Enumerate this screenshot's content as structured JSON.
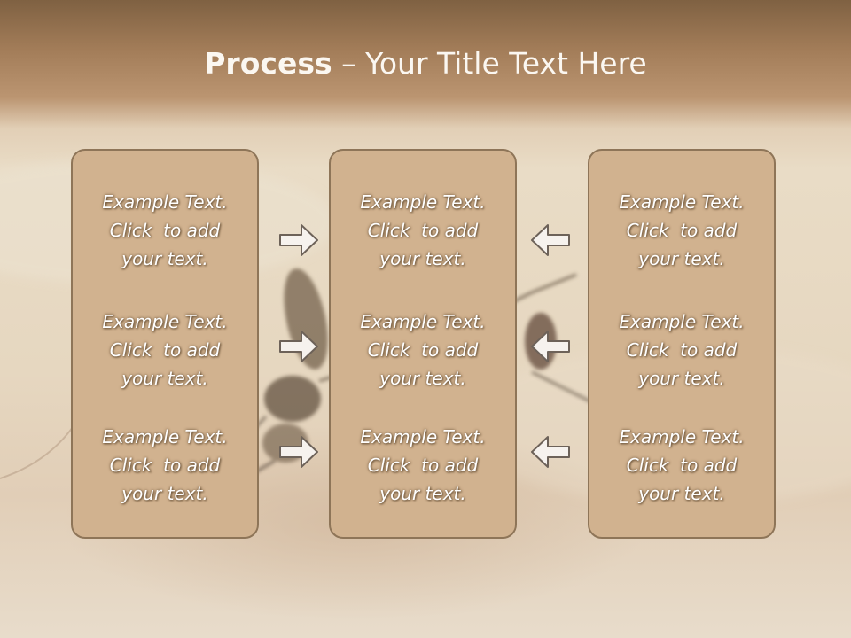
{
  "title": {
    "bold": "Process",
    "rest": " – Your Title Text Here"
  },
  "columns": [
    {
      "items": [
        {
          "l1": "Example Text.",
          "l2": "Click  to add",
          "l3": "your text."
        },
        {
          "l1": "Example Text.",
          "l2": "Click  to add",
          "l3": "your text."
        },
        {
          "l1": "Example Text.",
          "l2": "Click  to add",
          "l3": "your text."
        }
      ]
    },
    {
      "items": [
        {
          "l1": "Example Text.",
          "l2": "Click  to add",
          "l3": "your text."
        },
        {
          "l1": "Example Text.",
          "l2": "Click  to add",
          "l3": "your text."
        },
        {
          "l1": "Example Text.",
          "l2": "Click  to add",
          "l3": "your text."
        }
      ]
    },
    {
      "items": [
        {
          "l1": "Example Text.",
          "l2": "Click  to add",
          "l3": "your text."
        },
        {
          "l1": "Example Text.",
          "l2": "Click  to add",
          "l3": "your text."
        },
        {
          "l1": "Example Text.",
          "l2": "Click  to add",
          "l3": "your text."
        }
      ]
    }
  ],
  "arrows": {
    "left_group": "arrow-right-icon",
    "right_group": "arrow-left-icon"
  },
  "colors": {
    "panel_fill": "#d1b28f",
    "panel_border": "#8e7558",
    "text": "#ffffff",
    "arrow_fill": "#f6f2ee",
    "arrow_stroke": "#6d6259"
  }
}
